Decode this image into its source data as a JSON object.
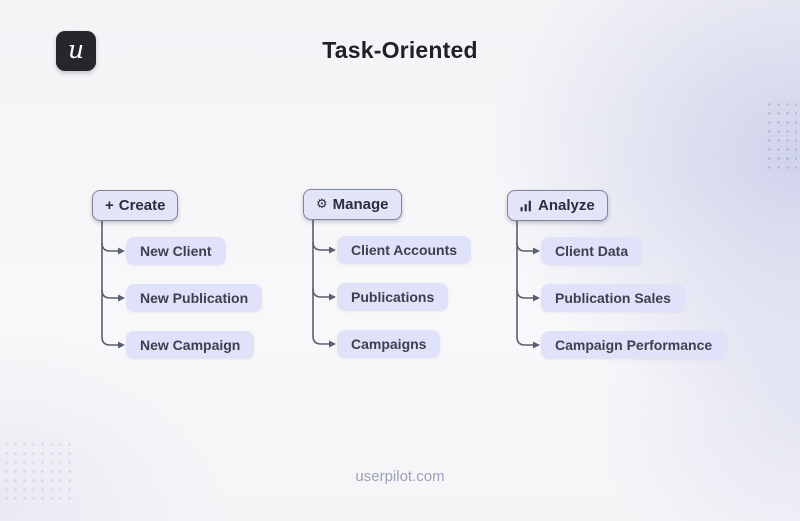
{
  "page": {
    "title": "Task-Oriented",
    "footer_url": "userpilot.com",
    "logo_letter": "u"
  },
  "icons": {
    "plus": "+",
    "gear": "⚙",
    "bar_chart": "ascending-bars"
  },
  "colors": {
    "node_fill": "#dfe2f8",
    "header_fill": "#e2e4fa",
    "header_border": "#7f8496",
    "connector_line": "#5a5f6e",
    "logo_bg": "#26262b",
    "title_text": "#1f2129",
    "footer_text": "#9da1b9",
    "background_tint": "#d8daee"
  },
  "trees": [
    {
      "icon": "plus-icon",
      "label": "Create",
      "children": [
        "New Client",
        "New Publication",
        "New Campaign"
      ]
    },
    {
      "icon": "gear-icon",
      "label": "Manage",
      "children": [
        "Client Accounts",
        "Publications",
        "Campaigns"
      ]
    },
    {
      "icon": "bar-chart-icon",
      "label": "Analyze",
      "children": [
        "Client Data",
        "Publication Sales",
        "Campaign Performance"
      ]
    }
  ]
}
